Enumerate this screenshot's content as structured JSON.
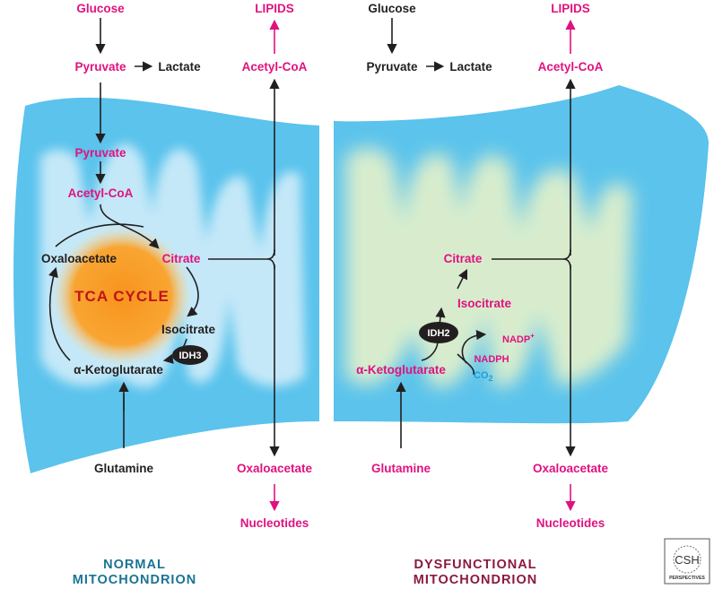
{
  "colors": {
    "metabolite_accent": "#e0127f",
    "metabolite_plain": "#231f20",
    "mito_outer": "#5bc3ec",
    "mito_inner": "#d7effa",
    "cycle_core": "#f7941d",
    "cycle_text": "#c1131c",
    "co2": "#1ea0d8",
    "normal_caption": "#1a7394",
    "dysfunctional_caption": "#8b1a3e",
    "enzyme_badge": "#231f20"
  },
  "normal": {
    "glucose": "Glucose",
    "pyruvate": "Pyruvate",
    "lactate": "Lactate",
    "lipids": "LIPIDS",
    "acetyl_coa_cyto": "Acetyl-CoA",
    "pyruvate_mito": "Pyruvate",
    "acetyl_coa_mito": "Acetyl-CoA",
    "oxaloacetate_cycle": "Oxaloacetate",
    "citrate": "Citrate",
    "tca_cycle": "TCA CYCLE",
    "isocitrate": "Isocitrate",
    "enzyme": "IDH3",
    "alpha_kg": "α-Ketoglutarate",
    "glutamine": "Glutamine",
    "oxaloacetate_out": "Oxaloacetate",
    "nucleotides": "Nucleotides",
    "caption_line1": "NORMAL",
    "caption_line2": "MITOCHONDRION"
  },
  "dysfunctional": {
    "glucose": "Glucose",
    "pyruvate": "Pyruvate",
    "lactate": "Lactate",
    "lipids": "LIPIDS",
    "acetyl_coa_cyto": "Acetyl-CoA",
    "citrate": "Citrate",
    "isocitrate": "Isocitrate",
    "enzyme": "IDH2",
    "nadp_base": "NADP",
    "nadp_sup": "+",
    "nadph": "NADPH",
    "co2_base": "CO",
    "co2_sub": "2",
    "alpha_kg": "α-Ketoglutarate",
    "glutamine": "Glutamine",
    "oxaloacetate_out": "Oxaloacetate",
    "nucleotides": "Nucleotides",
    "caption_line1": "DYSFUNCTIONAL",
    "caption_line2": "MITOCHONDRION"
  },
  "logo": {
    "top": "CSH",
    "bottom": "PERSPECTIVES"
  }
}
